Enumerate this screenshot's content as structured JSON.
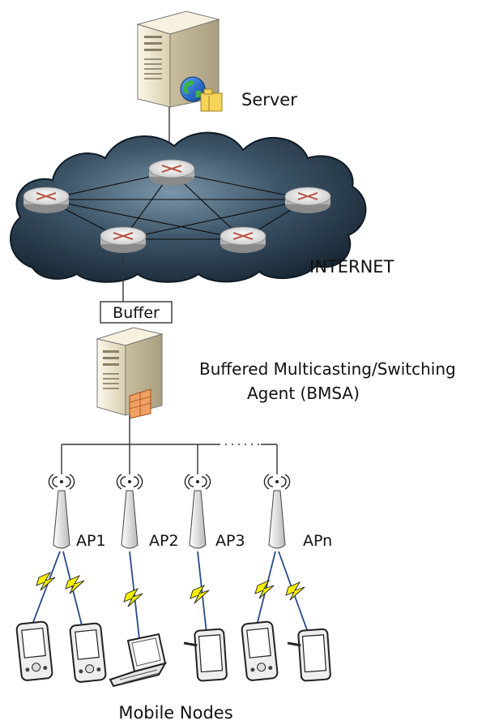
{
  "labels": {
    "server": "Server",
    "internet": "INTERNET",
    "buffer": "Buffer",
    "bmsa_line1": "Buffered Multicasting/Switching",
    "bmsa_line2": "Agent (BMSA)",
    "mobile_nodes": "Mobile Nodes"
  },
  "access_points": [
    {
      "label": "AP1"
    },
    {
      "label": "AP2"
    },
    {
      "label": "AP3"
    },
    {
      "label": "APn"
    }
  ],
  "icons": {
    "server": "server-tower-icon",
    "router": "router-icon",
    "cloud": "cloud-icon",
    "agent": "server-tower-icon",
    "access_point": "wireless-access-point-icon",
    "wireless_link": "lightning-bolt-icon",
    "pda": "pda-icon",
    "laptop": "laptop-icon",
    "tablet": "tablet-icon"
  },
  "colors": {
    "cloud_dark": "#1f3040",
    "cloud_light": "#6f8ba0",
    "tower_light": "#f1ead4",
    "lightning": "#f4f000",
    "line": "#333333"
  }
}
